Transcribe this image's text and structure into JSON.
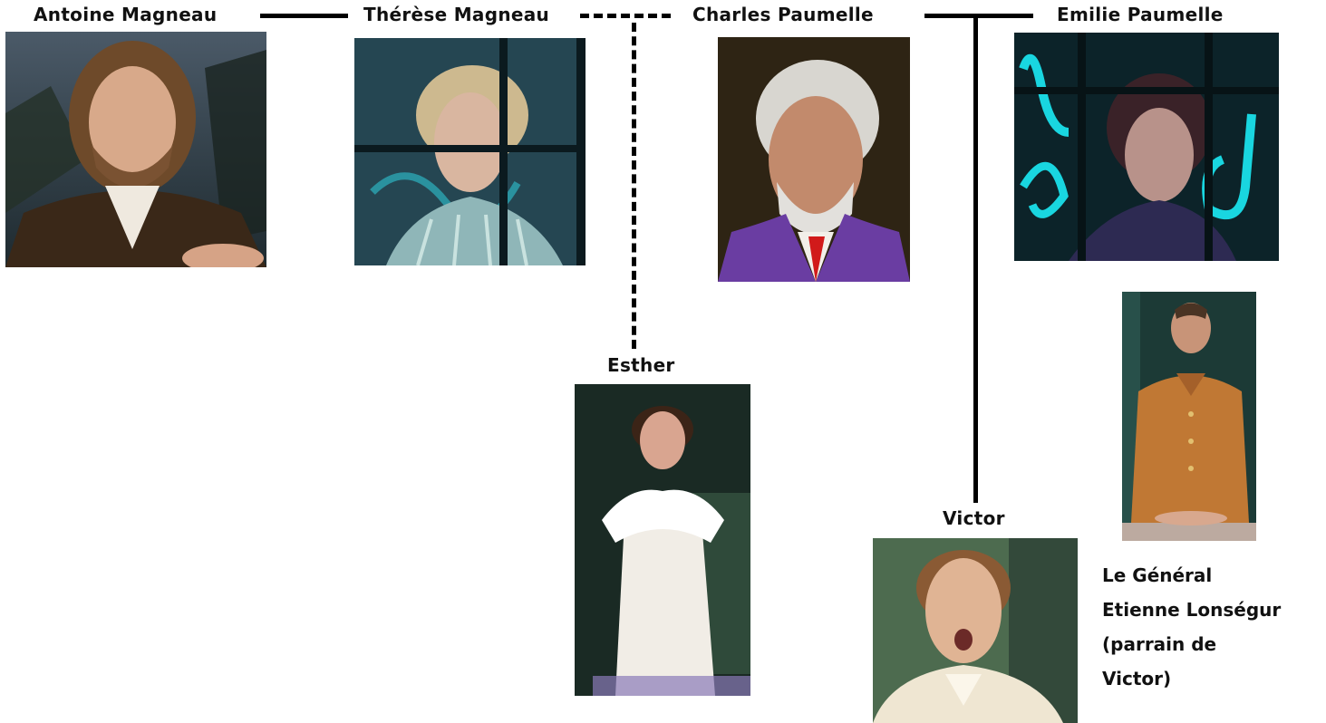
{
  "people": {
    "antoine": {
      "name": "Antoine Magneau",
      "photo_icon": "portrait-photo"
    },
    "therese": {
      "name": "Thérèse Magneau",
      "photo_icon": "portrait-photo"
    },
    "charles": {
      "name": "Charles Paumelle",
      "photo_icon": "portrait-photo"
    },
    "emilie": {
      "name": "Emilie Paumelle",
      "photo_icon": "portrait-photo"
    },
    "esther": {
      "name": "Esther",
      "photo_icon": "portrait-photo"
    },
    "victor": {
      "name": "Victor",
      "photo_icon": "portrait-photo"
    },
    "general": {
      "name_lines": [
        "Le Général",
        "Etienne Lonségur",
        "(parrain de",
        "Victor)"
      ],
      "photo_icon": "portrait-photo"
    }
  },
  "colors": {
    "line": "#000000",
    "background": "#ffffff"
  }
}
